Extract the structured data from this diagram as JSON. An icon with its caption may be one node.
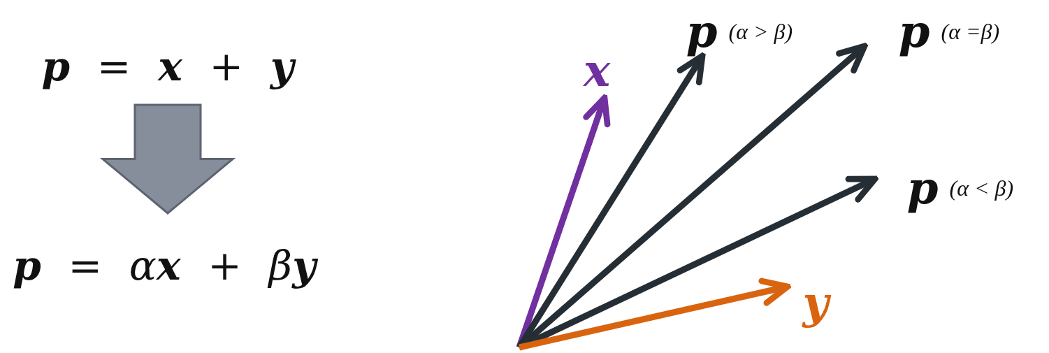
{
  "diagram": {
    "nodes": [
      {
        "text": [
          "**p** = **x** + **y**"
        ]
      },
      {
        "text": [
          "**p** = α**x** + β**y**"
        ]
      },
      {
        "text": [
          "x"
        ]
      },
      {
        "text": [
          "p",
          "(α > β)"
        ]
      },
      {
        "text": [
          "p",
          "(α =β)"
        ]
      },
      {
        "text": [
          "p",
          "(α < β)"
        ]
      },
      {
        "text": [
          "y"
        ]
      }
    ],
    "edges": [
      {
        "from": 0,
        "to": 1,
        "arrow": "to",
        "style": "thick",
        "color": "#868e9c"
      },
      {
        "from": null,
        "to": 2,
        "arrow": "to",
        "color": "#7030a0"
      },
      {
        "from": null,
        "to": 3,
        "arrow": "to"
      },
      {
        "from": null,
        "to": 4,
        "arrow": "to"
      },
      {
        "from": null,
        "to": 5,
        "arrow": "to"
      },
      {
        "from": null,
        "to": 6,
        "arrow": "to",
        "color": "#d9640f"
      }
    ]
  }
}
